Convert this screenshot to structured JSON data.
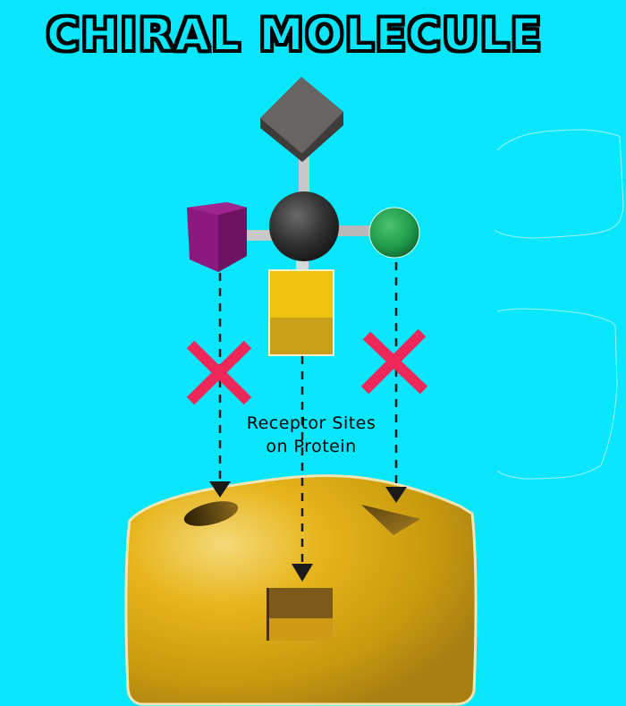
{
  "title": "CHIRAL MOLECULE",
  "label": {
    "line1": "Receptor Sites",
    "line2": "on Protein"
  },
  "colors": {
    "background": "#08e6fb",
    "title_fill": "#08e6fb",
    "title_outline": "#000000",
    "diamond": "#5f5c5c",
    "carbon_atom": "#3a3a3a",
    "bond": "#c8c8c8",
    "purple_cube": "#8b1a7e",
    "green_sphere": "#1f9a4a",
    "yellow_cube": "#f0c010",
    "x_mark": "#f0285a",
    "protein": "#e2b31a"
  },
  "molecule": {
    "center_atom": "carbon-sphere",
    "substituents": [
      "gray-diamond",
      "purple-cube",
      "green-sphere",
      "yellow-cube"
    ]
  },
  "fits": [
    {
      "substituent": "purple-cube",
      "site": "oval-site",
      "fits": false
    },
    {
      "substituent": "yellow-cube",
      "site": "square-site",
      "fits": true
    },
    {
      "substituent": "green-sphere",
      "site": "triangle-site",
      "fits": false
    }
  ]
}
